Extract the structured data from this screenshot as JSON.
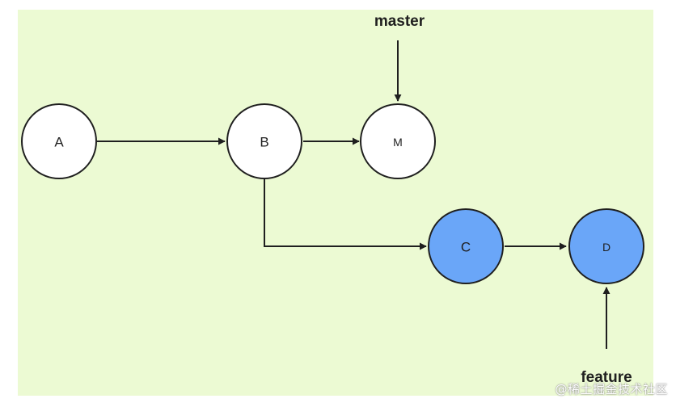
{
  "diagram": {
    "type": "git-commit-graph",
    "nodes": [
      {
        "id": "A",
        "label": "A",
        "branch": "master",
        "highlighted": false
      },
      {
        "id": "B",
        "label": "B",
        "branch": "master",
        "highlighted": false
      },
      {
        "id": "M",
        "label": "M",
        "branch": "master",
        "highlighted": false
      },
      {
        "id": "C",
        "label": "C",
        "branch": "feature",
        "highlighted": true
      },
      {
        "id": "D",
        "label": "D",
        "branch": "feature",
        "highlighted": true
      }
    ],
    "edges": [
      {
        "from": "A",
        "to": "B"
      },
      {
        "from": "B",
        "to": "M"
      },
      {
        "from": "B",
        "to": "C"
      },
      {
        "from": "C",
        "to": "D"
      }
    ],
    "refs": [
      {
        "name": "master",
        "points_to": "M"
      },
      {
        "name": "feature",
        "points_to": "D"
      }
    ]
  },
  "colors": {
    "background": "#ecfad3",
    "plain_node_fill": "#ffffff",
    "highlight_node_fill": "#6aa6f8",
    "stroke": "#1f1f1f"
  },
  "watermark": "@稀土掘金技术社区"
}
